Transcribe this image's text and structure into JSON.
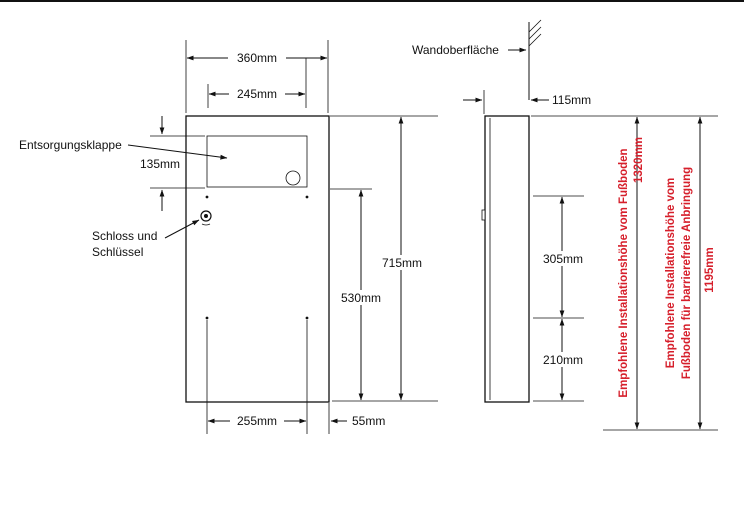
{
  "colors": {
    "ink": "#111111",
    "accent": "#d61f2b"
  },
  "front_view": {
    "width_label": "360mm",
    "flap_width_label": "245mm",
    "flap_callout": "Entsorgungsklappe",
    "flap_height_label": "135mm",
    "lock_callout_line1": "Schloss und",
    "lock_callout_line2": "Schlüssel",
    "height_label": "715mm",
    "lower_height_label": "530mm",
    "bottom_span_label": "255mm",
    "bottom_offset_label": "55mm"
  },
  "side_view": {
    "wall_label": "Wandoberfläche",
    "depth_label": "115mm",
    "upper_span_label": "305mm",
    "lower_span_label": "210mm"
  },
  "recommendations": {
    "standard_line1": "Empfohlene Installationshöhe vom Fußboden",
    "standard_value": "1320mm",
    "accessible_line1": "Empfohlene Installationshöhe vom",
    "accessible_line2": "Fußboden für barrierefreie Anbringung",
    "accessible_value": "1195mm"
  }
}
